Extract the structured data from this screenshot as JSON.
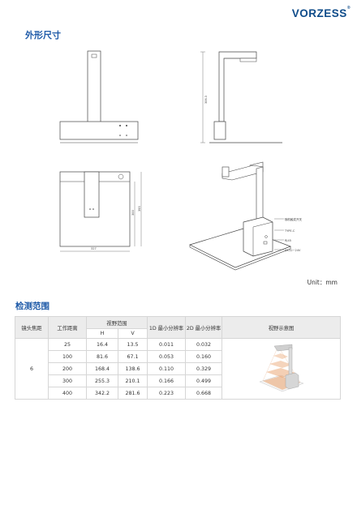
{
  "brand": {
    "name": "VORZESS",
    "mark": "®"
  },
  "section1": {
    "title": "外形尺寸"
  },
  "drawings": {
    "side_height": "306.3",
    "top_h1": "300",
    "top_h2": "393",
    "top_width": "327",
    "iso_labels": [
      "随机触发开关",
      "TYPE-C",
      "RJ45",
      "DC12~24V"
    ]
  },
  "unit_note": "Unit：mm",
  "section2": {
    "title": "检测范围"
  },
  "table": {
    "headers": {
      "focal": "镜头焦距",
      "distance": "工作距离",
      "fov": "视野范围",
      "h": "H",
      "v": "V",
      "res1d": "1D 最小分辨率",
      "res2d": "2D 最小分辨率",
      "diagram": "视野示意图"
    },
    "focal_value": "6",
    "rows": [
      {
        "distance": "25",
        "h": "16.4",
        "v": "13.5",
        "r1d": "0.011",
        "r2d": "0.032"
      },
      {
        "distance": "100",
        "h": "81.6",
        "v": "67.1",
        "r1d": "0.053",
        "r2d": "0.160"
      },
      {
        "distance": "200",
        "h": "168.4",
        "v": "138.6",
        "r1d": "0.110",
        "r2d": "0.329"
      },
      {
        "distance": "300",
        "h": "255.3",
        "v": "210.1",
        "r1d": "0.166",
        "r2d": "0.499"
      },
      {
        "distance": "400",
        "h": "342.2",
        "v": "281.6",
        "r1d": "0.223",
        "r2d": "0.668"
      }
    ]
  },
  "colors": {
    "brand": "#0f4c8a",
    "heading": "#1e5aa8",
    "fov_fill": "#e9a06a"
  }
}
